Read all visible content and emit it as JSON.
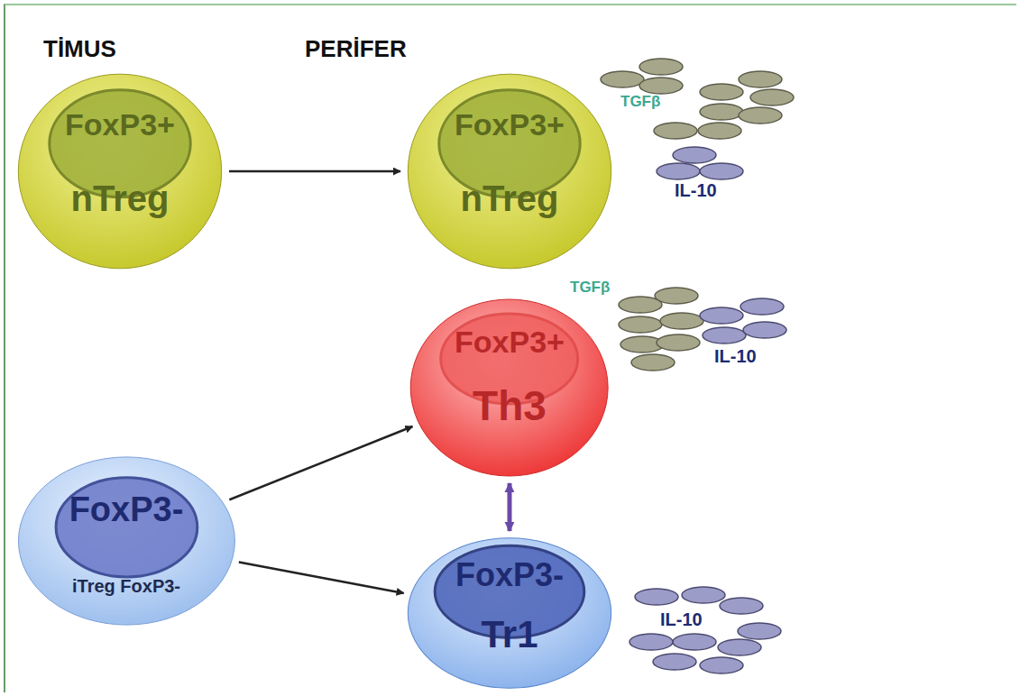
{
  "diagram": {
    "nodes": [
      {
        "text": [
          "FoxP3+",
          "nTreg"
        ]
      },
      {
        "text": [
          "FoxP3+",
          "nTreg"
        ]
      },
      {
        "text": [
          "FoxP3+",
          "Th3"
        ]
      },
      {
        "text": [
          "FoxP3-",
          "iTreg FoxP3-"
        ]
      },
      {
        "text": [
          "FoxP3-",
          "Tr1"
        ]
      }
    ],
    "edges": [
      {
        "from": 0,
        "to": 1,
        "arrow": "to"
      },
      {
        "from": 3,
        "to": 2,
        "arrow": "to"
      },
      {
        "from": 3,
        "to": 4,
        "arrow": "to"
      },
      {
        "from": 2,
        "to": 4,
        "arrow": "both"
      }
    ],
    "labels": [
      "TİMUS",
      "PERİFER",
      "TGFβ",
      "IL-10",
      "TGFβ",
      "IL-10",
      "IL-10"
    ]
  }
}
